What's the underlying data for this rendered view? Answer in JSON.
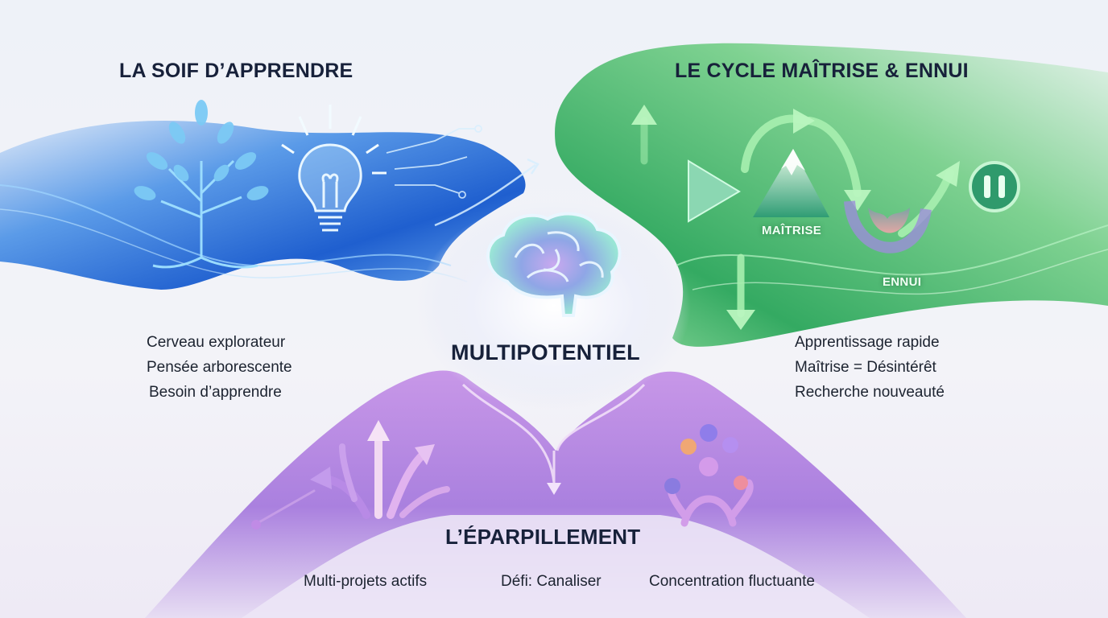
{
  "colors": {
    "blue_section": "#2f6fd6",
    "green_section": "#3dae5c",
    "purple_section": "#9a62d4",
    "title_text": "#17213a",
    "body_text": "#1c2330"
  },
  "center": {
    "title": "MULTIPOTENTIEL",
    "icon": "brain-icon"
  },
  "sections": {
    "soif": {
      "title": "LA SOIF D’APPRENDRE",
      "icons": [
        "tree-icon",
        "lightbulb-icon",
        "circuit-arrow-icon"
      ],
      "items": [
        "Cerveau explorateur",
        "Pensée arborescente",
        "Besoin d’apprendre"
      ]
    },
    "cycle": {
      "title": "LE CYCLE MAÎTRISE & ENNUI",
      "icons": [
        "play-icon",
        "mountain-icon",
        "valley-icon",
        "pause-icon",
        "cycle-arrow-icon"
      ],
      "labels": {
        "maitrise": "MAÎTRISE",
        "ennui": "ENNUI"
      },
      "items": [
        "Apprentissage rapide",
        "Maîtrise = Désintérêt",
        "Recherche nouveauté"
      ]
    },
    "eparpillement": {
      "title": "L’ÉPARPILLEMENT",
      "icons": [
        "diverging-arrows-icon",
        "juggler-icon"
      ],
      "items": [
        "Multi-projets actifs",
        "Défi: Canaliser",
        "Concentration fluctuante"
      ]
    }
  }
}
